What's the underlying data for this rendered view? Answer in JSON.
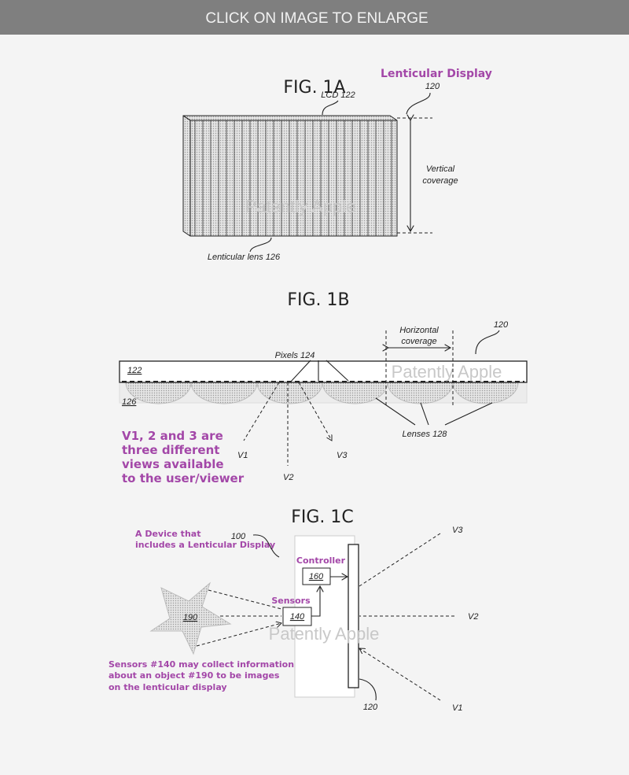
{
  "header": {
    "banner_text": "CLICK ON IMAGE TO ENLARGE"
  },
  "fig1a": {
    "title": "FIG. 1A",
    "callout": "Lenticular Display",
    "ref_120": "120",
    "lcd_label": "LCD 122",
    "vertical_line1": "Vertical",
    "vertical_line2": "coverage",
    "lens_label": "Lenticular lens 126",
    "watermark": "Patently Apple"
  },
  "fig1b": {
    "title": "FIG. 1B",
    "ref_120": "120",
    "horizontal_line1": "Horizontal",
    "horizontal_line2": "coverage",
    "pixels_label": "Pixels 124",
    "ref_122": "122",
    "ref_126": "126",
    "lenses_label": "Lenses 128",
    "v1": "V1",
    "v2": "V2",
    "v3": "V3",
    "watermark": "Patently Apple",
    "note_lines": [
      "V1, 2 and 3 are",
      "three different",
      "views available",
      "to the user/viewer"
    ]
  },
  "fig1c": {
    "title": "FIG. 1C",
    "device_note_lines": [
      "A Device that",
      "includes a Lenticular Display"
    ],
    "ref_100": "100",
    "controller_label": "Controller",
    "ref_160": "160",
    "sensors_label": "Sensors",
    "ref_140": "140",
    "ref_190": "190",
    "ref_120": "120",
    "v1": "V1",
    "v2": "V2",
    "v3": "V3",
    "watermark": "Patently Apple",
    "sensor_note_lines": [
      "Sensors #140 may collect information",
      "about an object #190 to be images",
      "on the lenticular display"
    ]
  },
  "colors": {
    "banner": "#7f7f7f",
    "annotation": "#a347a8",
    "background": "#f4f4f4"
  }
}
